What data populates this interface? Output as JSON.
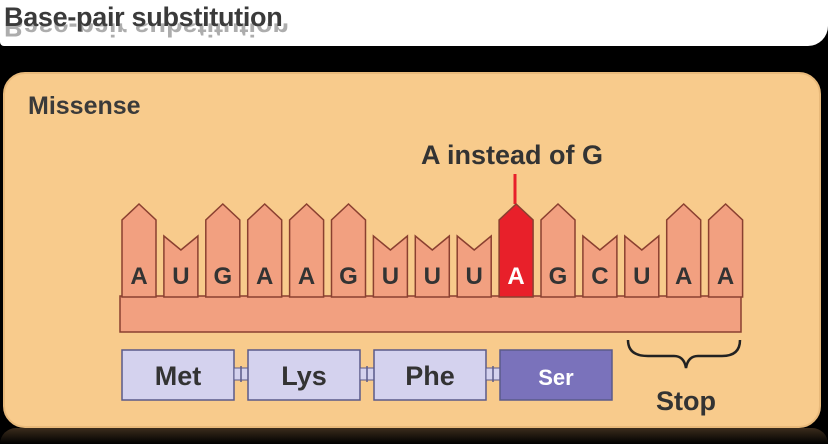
{
  "header": {
    "title": "Base-pair substitution"
  },
  "panel": {
    "label": "Missense",
    "callout": "A instead of G"
  },
  "mrna": {
    "bases": [
      "A",
      "U",
      "G",
      "A",
      "A",
      "G",
      "U",
      "U",
      "U",
      "A",
      "G",
      "C",
      "U",
      "A",
      "A"
    ],
    "mutated_index": 9
  },
  "codons": [
    {
      "label": "Met"
    },
    {
      "label": "Lys"
    },
    {
      "label": "Phe"
    },
    {
      "label": "Ser",
      "mutated": true
    }
  ],
  "stop_label": "Stop",
  "colors": {
    "background": "#000000",
    "panel": "#f8cb8c",
    "base_fill": "#f2a080",
    "base_stroke": "#8a4030",
    "mutated_fill": "#e8202a",
    "codon_fill": "#d4d2ee",
    "codon_mutated_fill": "#7a72bb",
    "codon_stroke": "#5a5a8a"
  }
}
